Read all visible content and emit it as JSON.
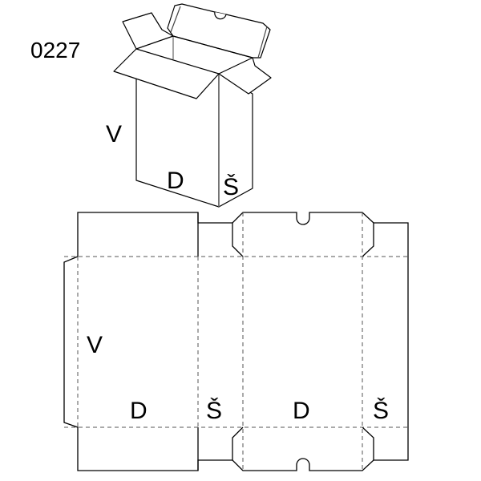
{
  "code": "0227",
  "box_labels": {
    "height": "V",
    "length": "D",
    "width": "Š"
  },
  "net_labels": {
    "height": "V",
    "length_1": "D",
    "width_1": "Š",
    "length_2": "D",
    "width_2": "Š"
  }
}
